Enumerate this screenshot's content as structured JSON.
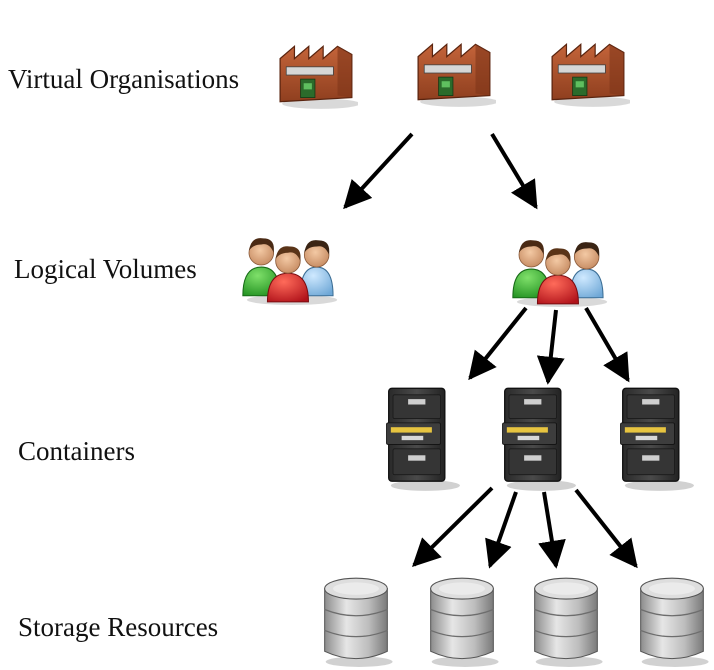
{
  "diagram": {
    "levels": [
      {
        "key": "vo",
        "label": "Virtual Organisations",
        "icon": "factory-icon"
      },
      {
        "key": "lv",
        "label": "Logical Volumes",
        "icon": "users-group-icon"
      },
      {
        "key": "ct",
        "label": "Containers",
        "icon": "filing-cabinet-icon"
      },
      {
        "key": "sr",
        "label": "Storage Resources",
        "icon": "database-icon"
      }
    ],
    "colors": {
      "brick": "#b4552f",
      "brick_dark": "#7e3519",
      "cabinet": "#3a3a3a",
      "drawer_accent": "#e7c440",
      "db_silver": "#c9c9c9",
      "arrow": "#000000"
    }
  }
}
